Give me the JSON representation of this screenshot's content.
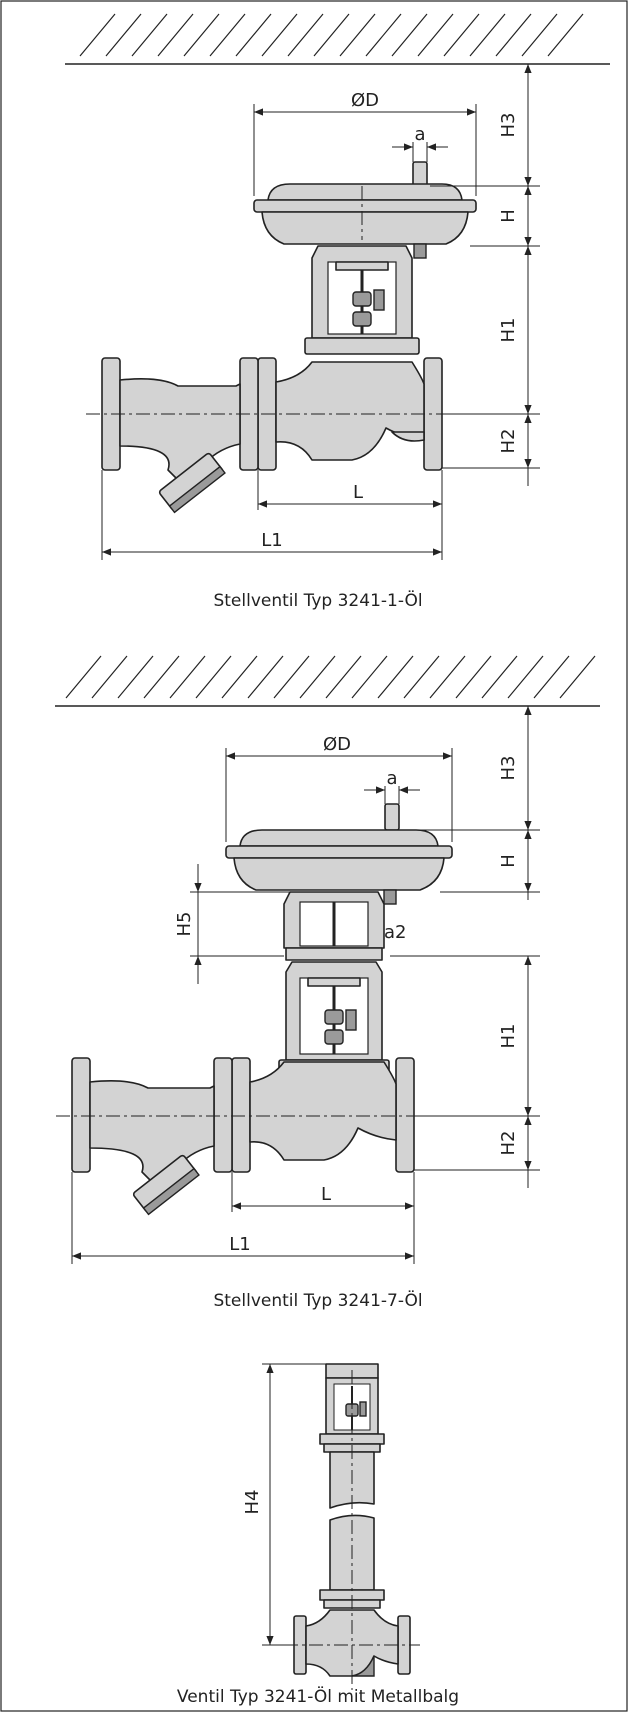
{
  "labels": {
    "D": "ØD",
    "a": "a",
    "H3": "H3",
    "H": "H",
    "H1": "H1",
    "H2": "H2",
    "H5": "H5",
    "a2": "a2",
    "H4": "H4",
    "L": "L",
    "L1": "L1"
  },
  "captions": {
    "fig1": "Stellventil Typ 3241-1-Öl",
    "fig2": "Stellventil Typ 3241-7-Öl",
    "fig3": "Ventil Typ 3241-Öl mit Metallbalg"
  }
}
